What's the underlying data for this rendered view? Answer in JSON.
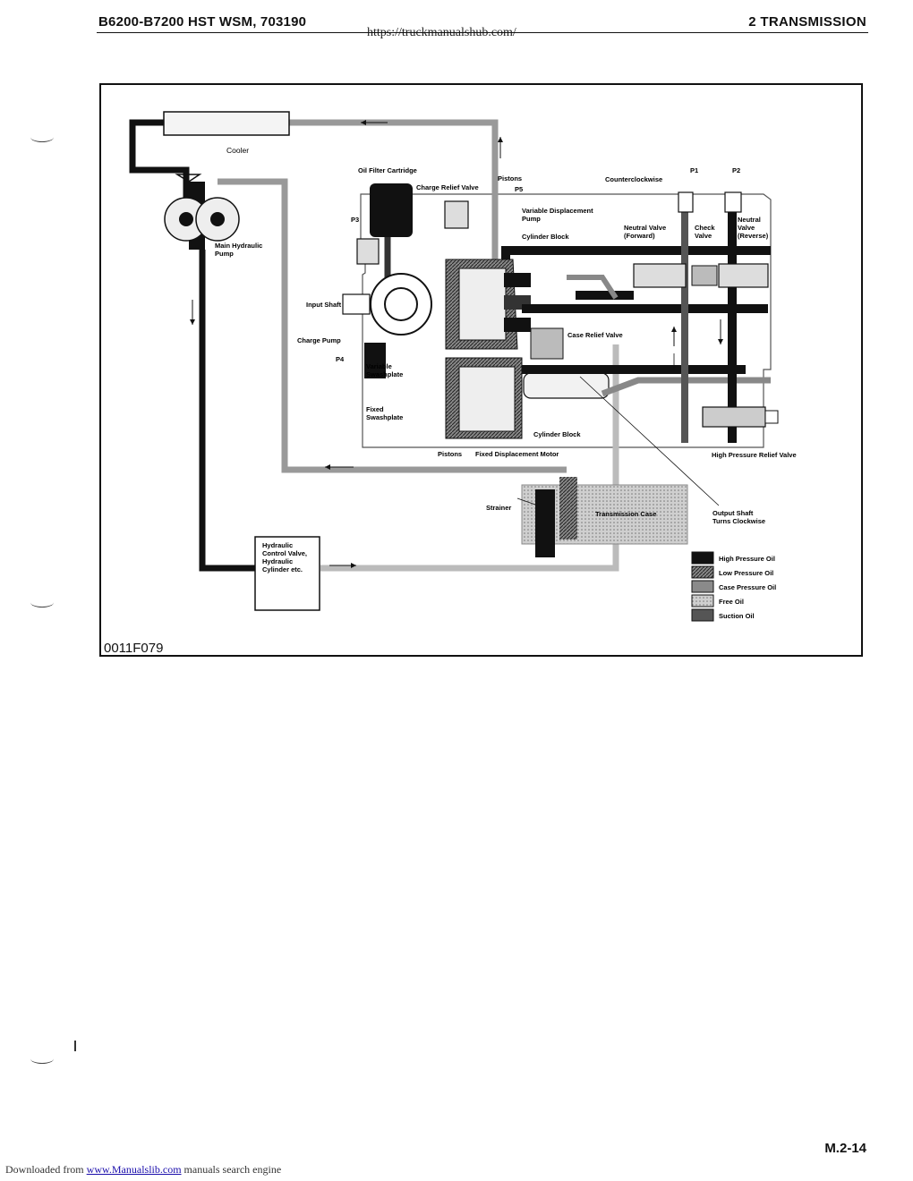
{
  "header": {
    "left": "B6200-B7200 HST WSM, 703190",
    "url": "https://truckmanualshub.com/",
    "right": "2 TRANSMISSION"
  },
  "diagram": {
    "labels": {
      "cooler": "Cooler",
      "oil_filter": "Oil Filter Cartridge",
      "charge_relief_valve": "Charge Relief Valve",
      "pistons_top": "Pistons",
      "p5": "P5",
      "counterclockwise": "Counterclockwise",
      "p1": "P1",
      "p2": "P2",
      "p3": "P3",
      "var_disp_pump_1": "Variable Displacement",
      "var_disp_pump_2": "Pump",
      "cylinder_block_top": "Cylinder Block",
      "neutral_fwd_1": "Neutral Valve",
      "neutral_fwd_2": "(Forward)",
      "check_valve_1": "Check",
      "check_valve_2": "Valve",
      "neutral_rev_1": "Neutral",
      "neutral_rev_2": "Valve",
      "neutral_rev_3": "(Reverse)",
      "main_pump_1": "Main Hydraulic",
      "main_pump_2": "Pump",
      "input_shaft": "Input Shaft",
      "charge_pump": "Charge Pump",
      "case_relief_valve": "Case Relief Valve",
      "p4": "P4",
      "var_swash_1": "Variable",
      "var_swash_2": "Swashplate",
      "fixed_swash_1": "Fixed",
      "fixed_swash_2": "Swashplate",
      "cylinder_block_bottom": "Cylinder Block",
      "pistons_bottom": "Pistons",
      "fixed_disp_motor": "Fixed Displacement Motor",
      "hp_relief_valve": "High Pressure Relief Valve",
      "strainer": "Strainer",
      "transmission_case": "Transmission Case",
      "output_shaft_1": "Output Shaft",
      "output_shaft_2": "Turns Clockwise",
      "hyd_control_1": "Hydraulic",
      "hyd_control_2": "Control Valve,",
      "hyd_control_3": "Hydraulic",
      "hyd_control_4": "Cylinder etc."
    },
    "legend": [
      {
        "label": "High Pressure Oil",
        "color": "#111111"
      },
      {
        "label": "Low Pressure Oil",
        "color": "#3a3a3a"
      },
      {
        "label": "Case Pressure Oil",
        "color": "#8a8a8a"
      },
      {
        "label": "Free Oil",
        "color": "#dcdcdc"
      },
      {
        "label": "Suction Oil",
        "color": "#555555"
      }
    ]
  },
  "figure_code": "0011F079",
  "page_number": "M.2-14",
  "footer": {
    "prefix": "Downloaded from",
    "link": "www.Manualslib.com",
    "suffix": "manuals search engine"
  }
}
